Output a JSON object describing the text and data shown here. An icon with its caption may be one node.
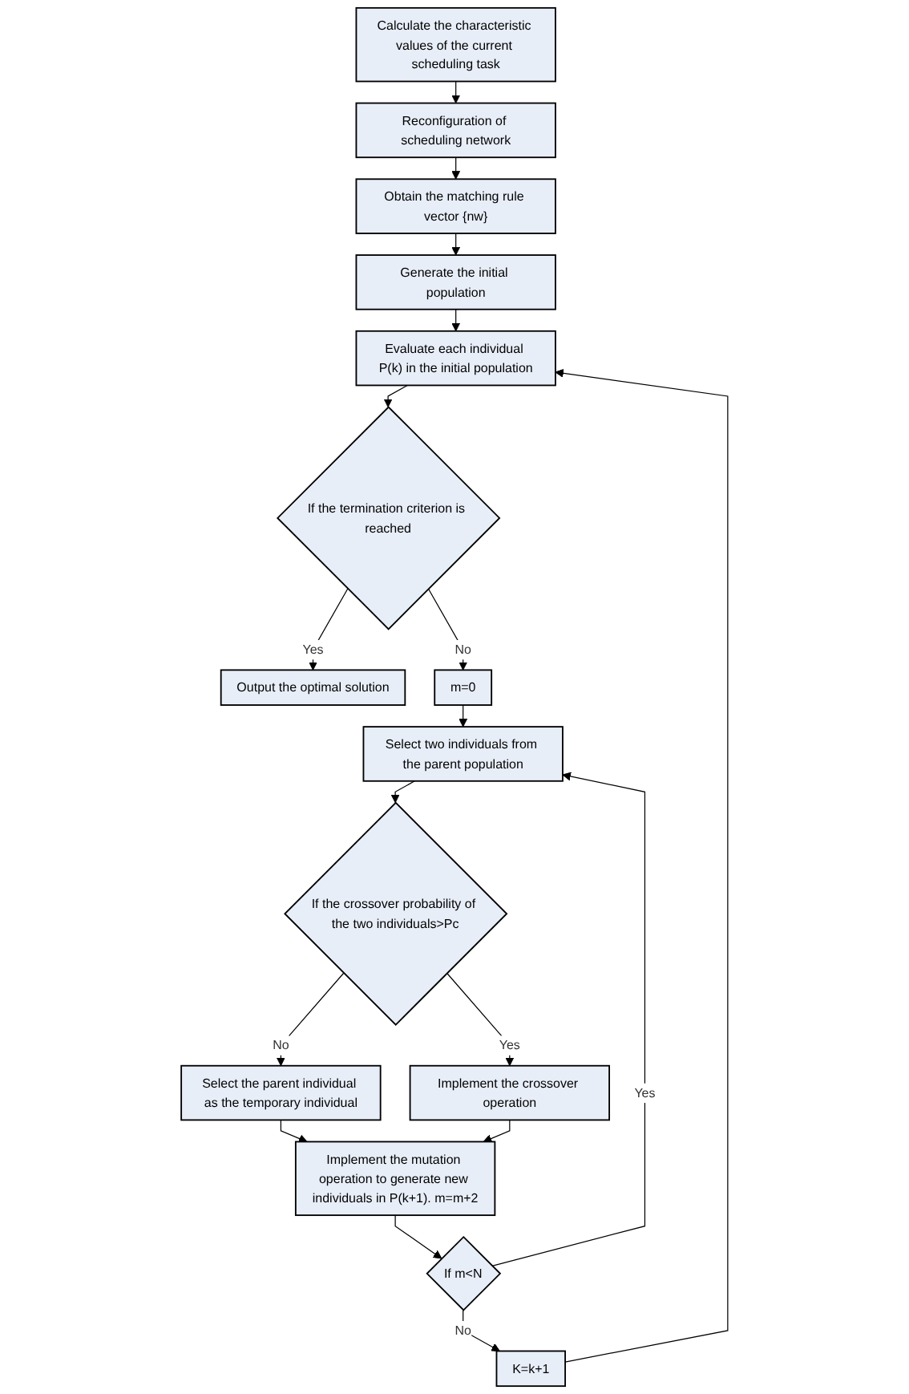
{
  "diagram": {
    "nodes": [
      {
        "text": [
          "Calculate the characteristic values of the current scheduling task"
        ]
      },
      {
        "text": [
          "Reconfiguration of scheduling network"
        ]
      },
      {
        "text": [
          "Obtain the matching rule vector {nw}"
        ]
      },
      {
        "text": [
          "Generate the initial population"
        ]
      },
      {
        "text": [
          "Evaluate each individual P(k) in the initial population"
        ]
      },
      {
        "text": [
          "If the termination criterion is reached"
        ]
      },
      {
        "text": [
          "Output the optimal solution"
        ]
      },
      {
        "text": [
          "m=0"
        ]
      },
      {
        "text": [
          "Select two individuals from the parent population"
        ]
      },
      {
        "text": [
          "If the crossover probability of the two individuals>Pc"
        ]
      },
      {
        "text": [
          "Implement the crossover operation"
        ]
      },
      {
        "text": [
          "Select the parent individual as the temporary individual"
        ]
      },
      {
        "text": [
          "Implement the mutation operation to generate new individuals in P(k+1). m=m+2"
        ]
      },
      {
        "text": [
          "If m<N"
        ]
      },
      {
        "text": [
          "K=k+1"
        ]
      }
    ],
    "edges": [
      {
        "from": 0,
        "to": 1,
        "arrow": "to"
      },
      {
        "from": 1,
        "to": 2,
        "arrow": "to"
      },
      {
        "from": 2,
        "to": 3,
        "arrow": "to"
      },
      {
        "from": 3,
        "to": 4,
        "arrow": "to"
      },
      {
        "from": 4,
        "to": 5,
        "arrow": "to"
      },
      {
        "from": 5,
        "to": 6,
        "arrow": "to",
        "label": "Yes"
      },
      {
        "from": 5,
        "to": 7,
        "arrow": "to",
        "label": "No"
      },
      {
        "from": 7,
        "to": 8,
        "arrow": "to"
      },
      {
        "from": 8,
        "to": 9,
        "arrow": "to"
      },
      {
        "from": 9,
        "to": 10,
        "arrow": "to",
        "label": "Yes"
      },
      {
        "from": 9,
        "to": 11,
        "arrow": "to",
        "label": "No"
      },
      {
        "from": 11,
        "to": 12,
        "arrow": "to"
      },
      {
        "from": 10,
        "to": 12,
        "arrow": "to"
      },
      {
        "from": 12,
        "to": 13,
        "arrow": "to"
      },
      {
        "from": 13,
        "to": 8,
        "arrow": "to",
        "label": "Yes"
      },
      {
        "from": 13,
        "to": 14,
        "arrow": "to",
        "label": "No"
      },
      {
        "from": 14,
        "to": 4,
        "arrow": "to"
      }
    ]
  }
}
